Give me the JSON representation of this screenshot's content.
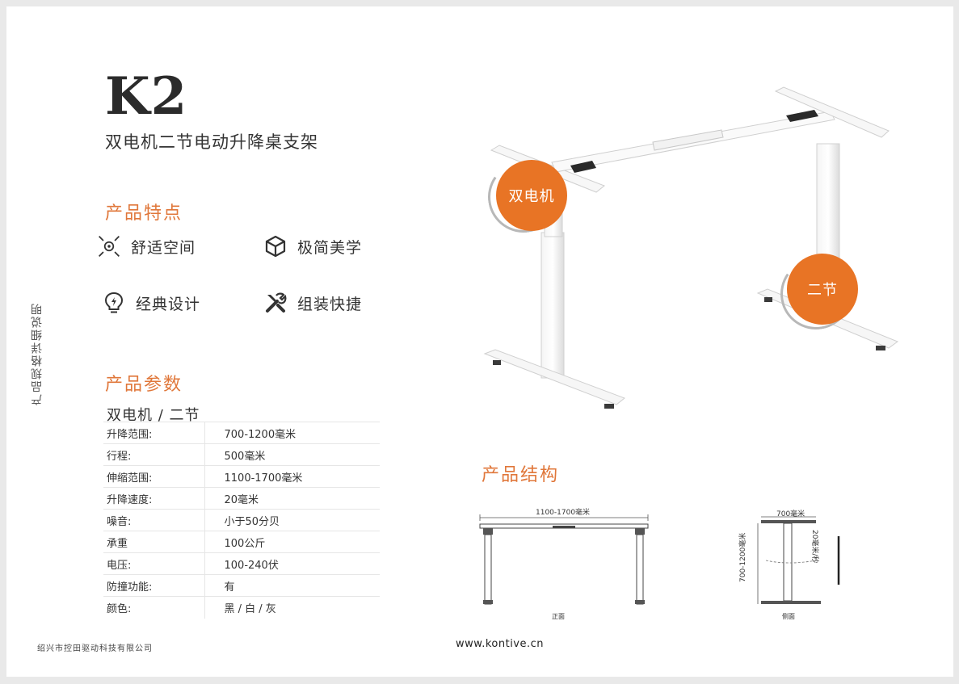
{
  "product": {
    "model": "K2",
    "subtitle": "双电机二节电动升降桌支架"
  },
  "features": {
    "title": "产品特点",
    "items": [
      {
        "label": "舒适空间",
        "icon": "target-icon"
      },
      {
        "label": "极简美学",
        "icon": "cube-icon"
      },
      {
        "label": "经典设计",
        "icon": "lightbulb-icon"
      },
      {
        "label": "组装快捷",
        "icon": "tools-icon"
      }
    ]
  },
  "side_label": "产品规格详细说明",
  "params": {
    "title": "产品参数",
    "heading": "双电机 / 二节",
    "rows": [
      {
        "key": "升降范围:",
        "value": "700-1200毫米"
      },
      {
        "key": "行程:",
        "value": "500毫米"
      },
      {
        "key": "伸缩范围:",
        "value": "1100-1700毫米"
      },
      {
        "key": "升降速度:",
        "value": "20毫米"
      },
      {
        "key": "噪音:",
        "value": "小于50分贝"
      },
      {
        "key": "承重",
        "value": "100公斤"
      },
      {
        "key": "电压:",
        "value": "100-240伏"
      },
      {
        "key": "防撞功能:",
        "value": "有"
      },
      {
        "key": "颜色:",
        "value": "黑 / 白 / 灰"
      }
    ]
  },
  "photo": {
    "badge_motor": "双电机",
    "badge_stage": "二节"
  },
  "structure": {
    "title": "产品结构",
    "front_width": "1100-1700毫米",
    "front_caption": "正面",
    "side_width": "700毫米",
    "side_height": "700-1200毫米",
    "side_speed": "20毫米/秒",
    "side_caption": "侧面"
  },
  "footer": {
    "company": "绍兴市控田驱动科技有限公司",
    "website": "www.kontive.cn"
  },
  "colors": {
    "accent": "#e0773a",
    "badge": "#e87425"
  }
}
